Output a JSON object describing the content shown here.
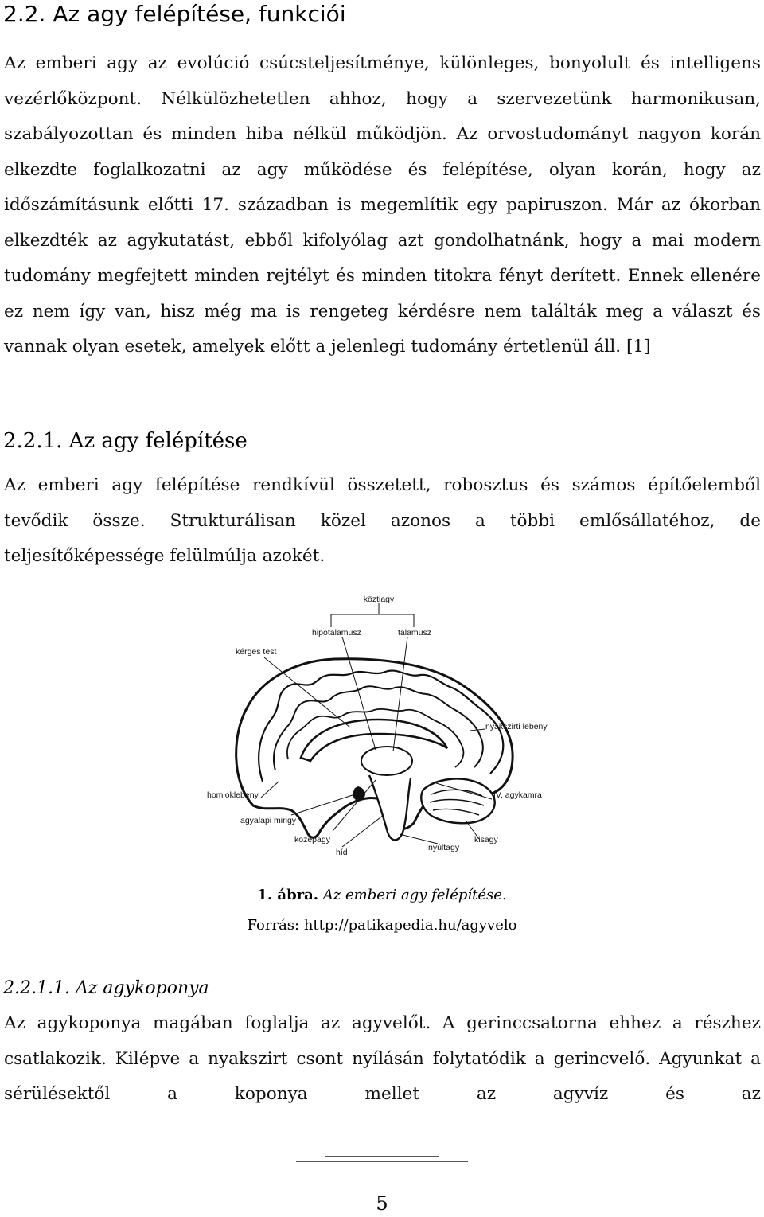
{
  "section": {
    "title": "2.2. Az agy felépítése, funkciói",
    "paragraph": "Az emberi agy az evolúció csúcsteljesítménye, különleges, bonyolult és intelligens vezérlőközpont. Nélkülözhetetlen ahhoz, hogy a szervezetünk harmonikusan, szabályozottan és minden hiba nélkül működjön. Az orvostudományt nagyon korán elkezdte foglalkozatni az agy működése és felépítése, olyan korán, hogy az időszámításunk előtti 17. században is megemlítik egy papiruszon. Már az ókorban elkezdték az agykutatást, ebből kifolyólag azt gondolhatnánk, hogy a mai modern tudomány megfejtett minden rejtélyt és minden titokra fényt derített. Ennek ellenére ez nem így van, hisz még ma is rengeteg kérdésre nem találták meg a választ és vannak olyan esetek, amelyek előtt a jelenlegi tudomány értetlenül áll. [1]"
  },
  "subsection": {
    "title": "2.2.1. Az agy felépítése",
    "paragraph": "Az emberi agy felépítése rendkívül összetett, robosztus és számos építőelemből tevődik össze. Strukturálisan közel azonos a többi emlősállatéhoz, de teljesítőképessége felülmúlja azokét."
  },
  "figure": {
    "labels": {
      "koztiagy": "köztiagy",
      "hipotalamusz": "hipotalamusz",
      "talamusz": "talamusz",
      "kerges_test": "kérges test",
      "nyakszirti_lebeny": "nyakszirti lebeny",
      "homloklebeny": "homloklebeny",
      "iv_agykamra": "IV. agykamra",
      "agyalapi_mirigy": "agyalapi mirigy",
      "kozepagy": "középagy",
      "kisagy": "kisagy",
      "hid": "híd",
      "nyultagy": "nyúltagy"
    },
    "caption_number": "1. ábra.",
    "caption_text": "Az emberi agy felépítése.",
    "source": "Forrás: http://patikapedia.hu/agyvelo"
  },
  "subsubsection": {
    "title": "2.2.1.1. Az agykoponya",
    "paragraph": "Az agykoponya magában foglalja az agyvelőt. A gerinccsatorna ehhez a részhez csatlakozik. Kilépve a nyakszirt csont nyílásán folytatódik a gerincvelő. Agyunkat a sérülésektől a koponya mellet az agyvíz és az"
  },
  "page_number": "5"
}
